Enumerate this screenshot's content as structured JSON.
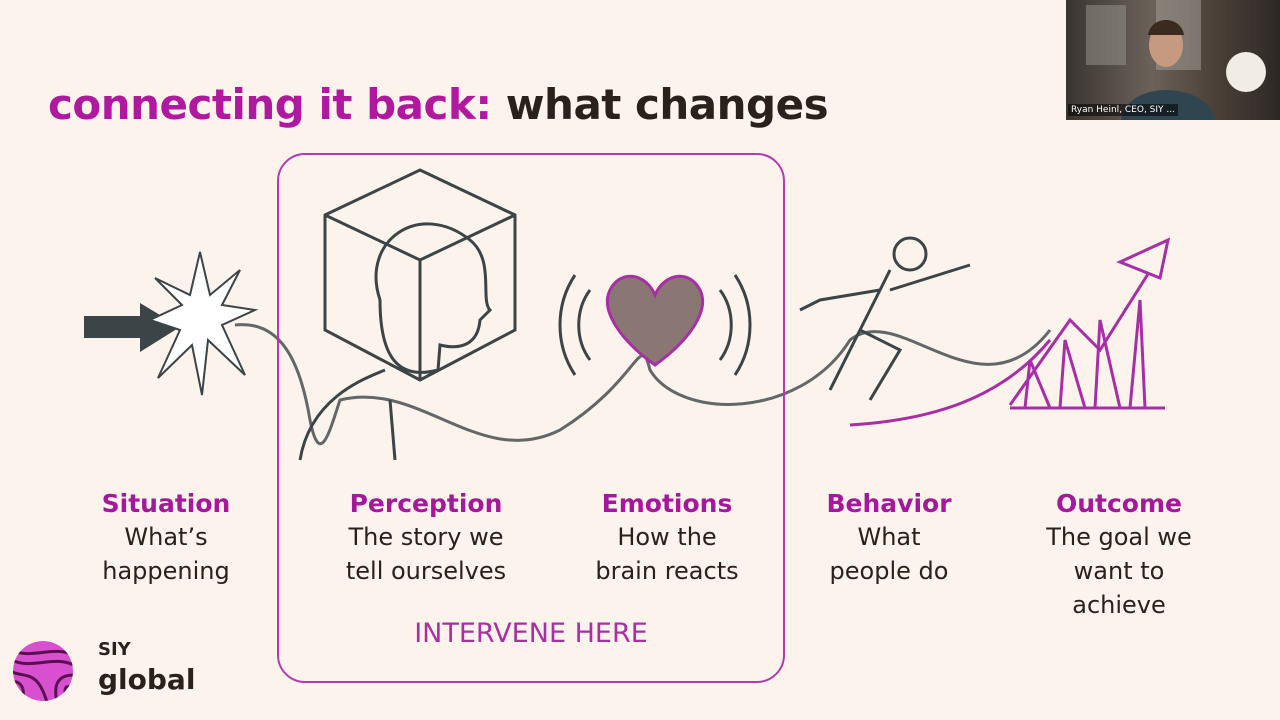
{
  "slide": {
    "title_accent": "connecting it back:",
    "title_rest": "what changes",
    "intervene_label": "INTERVENE HERE",
    "steps": [
      {
        "heading": "Situation",
        "lines": [
          "What’s",
          "happening"
        ]
      },
      {
        "heading": "Perception",
        "lines": [
          "The story we",
          "tell ourselves"
        ]
      },
      {
        "heading": "Emotions",
        "lines": [
          "How the",
          "brain reacts"
        ]
      },
      {
        "heading": "Behavior",
        "lines": [
          "What",
          "people do"
        ]
      },
      {
        "heading": "Outcome",
        "lines": [
          "The goal we",
          "want to",
          "achieve"
        ]
      }
    ],
    "logo": {
      "top": "SIY",
      "bottom": "global"
    },
    "colors": {
      "accent": "#b0189f",
      "text": "#2a201c",
      "background": "#fcf3ed"
    }
  },
  "video_call": {
    "participant_name": "Ryan Heinl, CEO, SIY ..."
  }
}
